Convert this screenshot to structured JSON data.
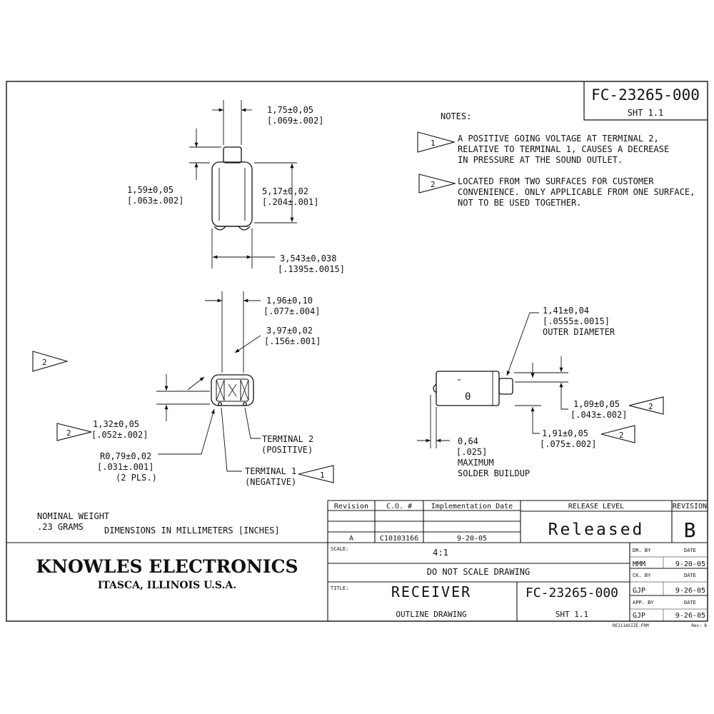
{
  "doc_number": "FC-23265-000",
  "sheet": "SHT 1.1",
  "notes": {
    "heading": "NOTES:",
    "note1_marker": "1",
    "note1_lines": [
      "A POSITIVE GOING VOLTAGE AT TERMINAL 2,",
      "RELATIVE TO TERMINAL 1, CAUSES A DECREASE",
      "IN PRESSURE AT THE SOUND OUTLET."
    ],
    "note2_marker": "2",
    "note2_lines": [
      "LOCATED FROM TWO SURFACES FOR CUSTOMER",
      "CONVENIENCE. ONLY APPLICABLE FROM ONE SURFACE,",
      "NOT TO BE USED TOGETHER."
    ]
  },
  "dims": {
    "top_width": [
      "1,75±0,05",
      "[.069±.002]"
    ],
    "tab_height": [
      "1,59±0,05",
      "[.063±.002]"
    ],
    "body_height": [
      "5,17±0,02",
      "[.204±.001]"
    ],
    "body_width": [
      "3,543±0,038",
      "[.1395±.0015]"
    ],
    "front_top": [
      "1,96±0,10",
      "[.077±.004]"
    ],
    "front_width": [
      "3,97±0,02",
      "[.156±.001]"
    ],
    "front_left": [
      "1,32±0,05",
      "[.052±.002]"
    ],
    "radius": [
      "R0,79±0,02",
      "[.031±.001]",
      "(2 PLS.)"
    ],
    "terminal2": [
      "TERMINAL 2",
      "(POSITIVE)"
    ],
    "terminal1": [
      "TERMINAL 1",
      "(NEGATIVE)"
    ],
    "outer_dia": [
      "1,41±0,04",
      "[.0555±.0015]",
      "OUTER DIAMETER"
    ],
    "side_offset": [
      "1,09±0,05",
      "[.043±.002]"
    ],
    "side_height": [
      "1,91±0,05",
      "[.075±.002]"
    ],
    "solder": [
      "0,64",
      "[.025]",
      "MAXIMUM",
      "SOLDER BUILDUP"
    ],
    "side_mark": "0"
  },
  "markers": {
    "left_note": "2",
    "front_left": "2",
    "terminal1": "1",
    "side_offset": "2",
    "side_height": "2"
  },
  "weight": [
    "NOMINAL WEIGHT",
    ".23 GRAMS"
  ],
  "units": "DIMENSIONS IN MILLIMETERS [INCHES]",
  "revision_table": {
    "headers": [
      "Revision",
      "C.O. #",
      "Implementation Date"
    ],
    "row": [
      "A",
      "C10103166",
      "9-20-05"
    ]
  },
  "release": {
    "header": "RELEASE LEVEL",
    "value": "Released",
    "rev_header": "REVISION",
    "rev_value": "B"
  },
  "company": {
    "name": "KNOWLES ELECTRONICS",
    "location": "ITASCA, ILLINOIS U.S.A."
  },
  "title_block": {
    "scale_label": "SCALE:",
    "scale_value": "4:1",
    "no_scale": "DO NOT SCALE DRAWING",
    "title_label": "TITLE:",
    "title": "RECEIVER",
    "subtitle": "OUTLINE DRAWING",
    "doc_number": "FC-23265-000",
    "sheet": "SHT 1.1",
    "dr_by_label": "DR. BY",
    "dr_by": "MMM",
    "dr_date": "9-20-05",
    "ck_by_label": "CK. BY",
    "ck_by": "GJP",
    "ck_date": "9-26-05",
    "app_by_label": "APP. BY",
    "app_by": "GJP",
    "app_date": "9-26-05",
    "date_label": "DATE",
    "file": "RE111ASIZE.FRM",
    "rev_note": "Rev: B"
  }
}
